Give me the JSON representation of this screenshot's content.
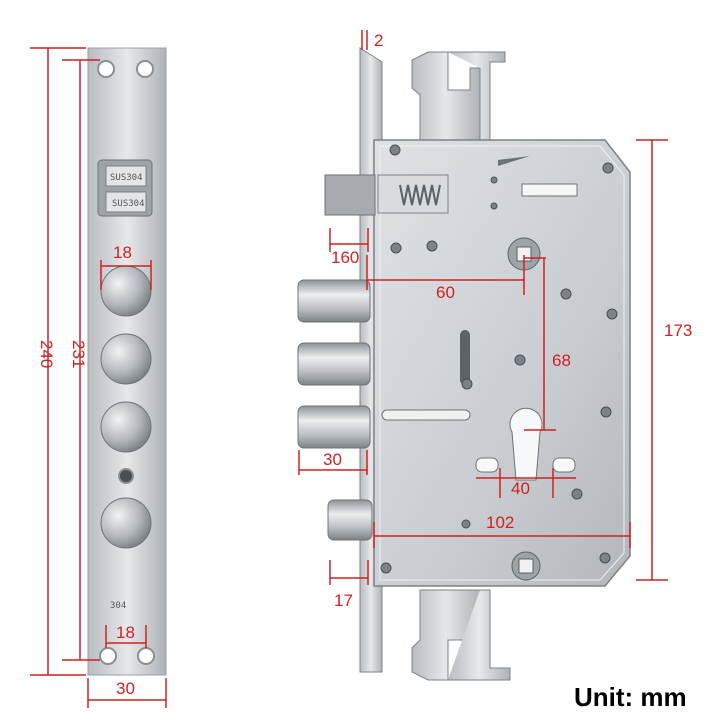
{
  "unit_label": "Unit: mm",
  "colors": {
    "dimension_line": "#cc2222",
    "steel": "#c4c8cc",
    "steel_dark": "#8a8f94",
    "background": "#ffffff"
  },
  "front_view": {
    "dims": {
      "overall_length": "240",
      "hole_spacing": "231",
      "bolt_diameter": "18",
      "bottom_hole_pitch": "18",
      "faceplate_width": "30"
    },
    "stamps": {
      "latch_top": "SUS304",
      "latch_bottom": "SUS304",
      "plate": "304"
    }
  },
  "side_view": {
    "dims": {
      "plate_thickness": "2",
      "latch_throw": "160",
      "backset": "60",
      "cylinder_distance": "68",
      "body_height": "173",
      "bolt_throw": "30",
      "cylinder_width": "40",
      "body_width": "102",
      "lower_bolt_throw": "17"
    }
  }
}
